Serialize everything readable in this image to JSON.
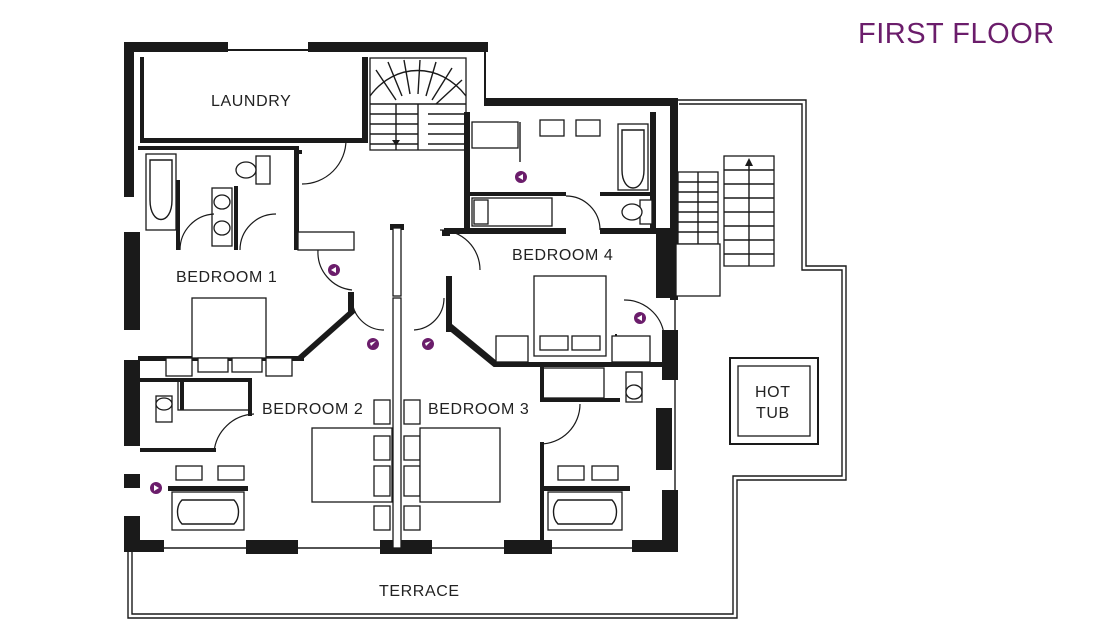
{
  "title": "FIRST FLOOR",
  "colors": {
    "accent": "#6b1d6b",
    "line": "#1a1a1a"
  },
  "rooms": {
    "laundry": "LAUNDRY",
    "bedroom1": "BEDROOM 1",
    "bedroom2": "BEDROOM 2",
    "bedroom3": "BEDROOM 3",
    "bedroom4": "BEDROOM 4",
    "hot_tub_line1": "HOT",
    "hot_tub_line2": "TUB",
    "terrace": "TERRACE"
  },
  "icons": {
    "view_marker": "eye-view-icon"
  }
}
